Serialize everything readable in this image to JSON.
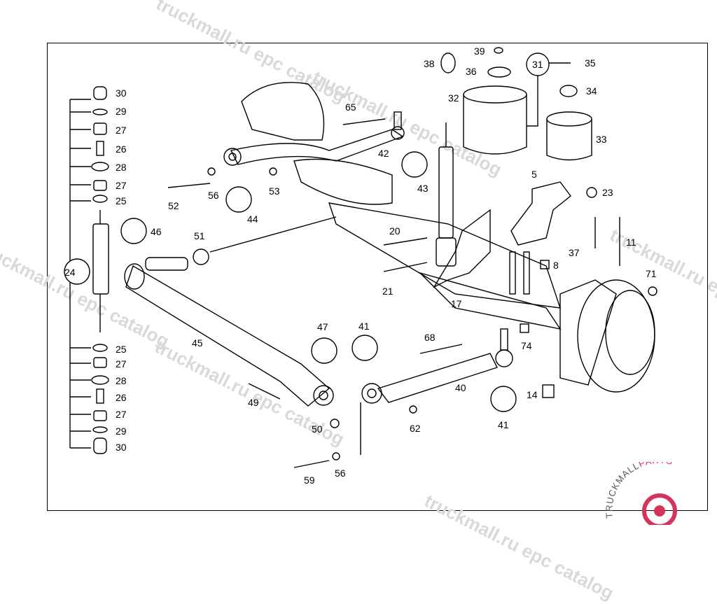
{
  "watermarks": [
    "truckmall.ru epc catalog",
    "truckmall.ru epc catalog",
    "truckmall.ru epc catalog",
    "truckmall.ru epc catalog",
    "truckmall.ru epc catalog",
    "truckmall.ru epc catalog"
  ],
  "brand": {
    "text": "TRUCKMALLPARTS",
    "accent": "#d5345a"
  },
  "callouts": [
    {
      "id": "30a",
      "label": "30"
    },
    {
      "id": "29a",
      "label": "29"
    },
    {
      "id": "27a",
      "label": "27"
    },
    {
      "id": "26a",
      "label": "26"
    },
    {
      "id": "28a",
      "label": "28"
    },
    {
      "id": "27b",
      "label": "27"
    },
    {
      "id": "25a",
      "label": "25"
    },
    {
      "id": "24",
      "label": "24"
    },
    {
      "id": "25b",
      "label": "25"
    },
    {
      "id": "27c",
      "label": "27"
    },
    {
      "id": "28b",
      "label": "28"
    },
    {
      "id": "26b",
      "label": "26"
    },
    {
      "id": "27d",
      "label": "27"
    },
    {
      "id": "29b",
      "label": "29"
    },
    {
      "id": "30b",
      "label": "30"
    },
    {
      "id": "65",
      "label": "65"
    },
    {
      "id": "42",
      "label": "42"
    },
    {
      "id": "43",
      "label": "43"
    },
    {
      "id": "52",
      "label": "52"
    },
    {
      "id": "56a",
      "label": "56"
    },
    {
      "id": "53",
      "label": "53"
    },
    {
      "id": "44",
      "label": "44"
    },
    {
      "id": "46",
      "label": "46"
    },
    {
      "id": "51",
      "label": "51"
    },
    {
      "id": "20",
      "label": "20"
    },
    {
      "id": "38",
      "label": "38"
    },
    {
      "id": "39",
      "label": "39"
    },
    {
      "id": "36",
      "label": "36"
    },
    {
      "id": "31",
      "label": "31"
    },
    {
      "id": "35",
      "label": "35"
    },
    {
      "id": "34",
      "label": "34"
    },
    {
      "id": "32",
      "label": "32"
    },
    {
      "id": "33",
      "label": "33"
    },
    {
      "id": "5",
      "label": "5"
    },
    {
      "id": "23",
      "label": "23"
    },
    {
      "id": "11",
      "label": "11"
    },
    {
      "id": "37",
      "label": "37"
    },
    {
      "id": "8",
      "label": "8"
    },
    {
      "id": "71",
      "label": "71"
    },
    {
      "id": "21",
      "label": "21"
    },
    {
      "id": "17",
      "label": "17"
    },
    {
      "id": "45",
      "label": "45"
    },
    {
      "id": "47",
      "label": "47"
    },
    {
      "id": "41a",
      "label": "41"
    },
    {
      "id": "68",
      "label": "68"
    },
    {
      "id": "74",
      "label": "74"
    },
    {
      "id": "40",
      "label": "40"
    },
    {
      "id": "49",
      "label": "49"
    },
    {
      "id": "50",
      "label": "50"
    },
    {
      "id": "62",
      "label": "62"
    },
    {
      "id": "41b",
      "label": "41"
    },
    {
      "id": "14",
      "label": "14"
    },
    {
      "id": "59",
      "label": "59"
    },
    {
      "id": "56b",
      "label": "56"
    }
  ]
}
